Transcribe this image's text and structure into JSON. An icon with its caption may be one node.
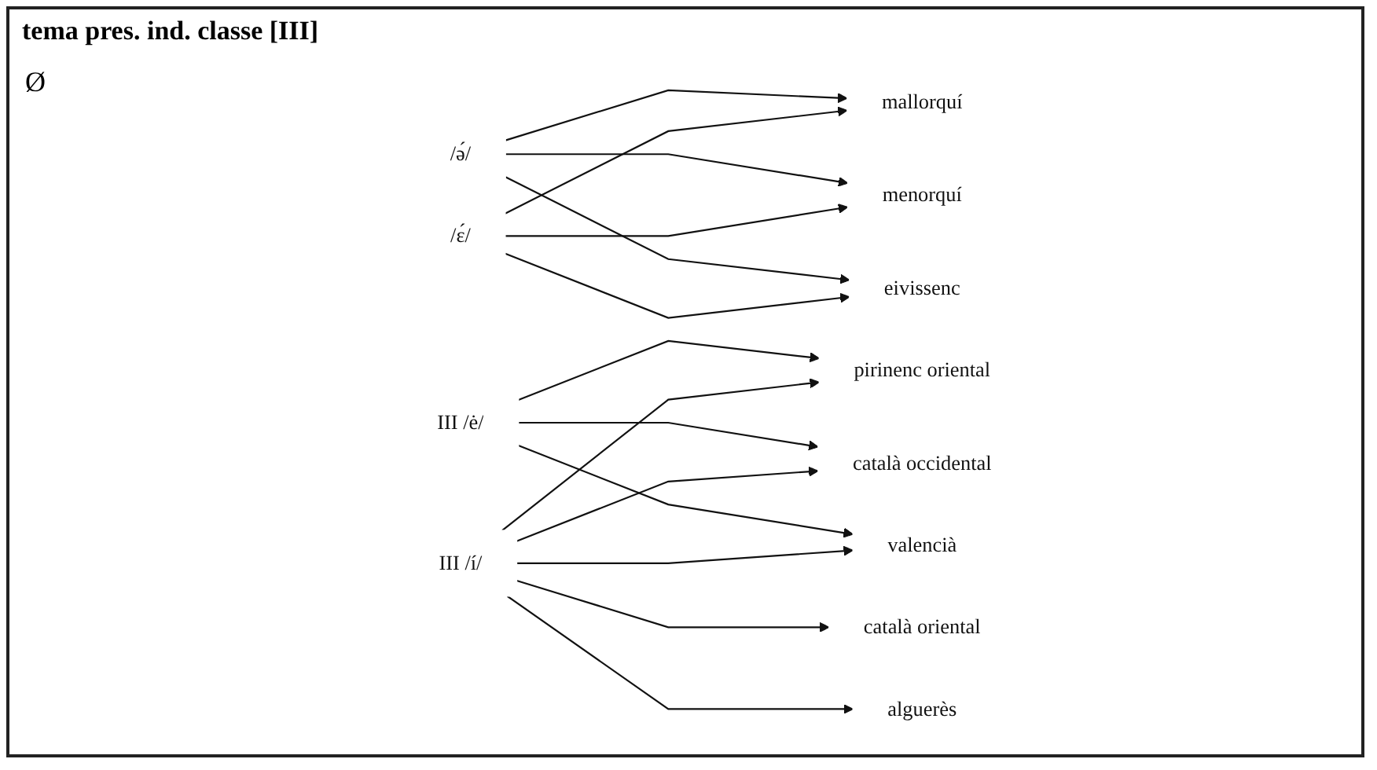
{
  "diagram": {
    "title": "tema pres. ind. classe [III]",
    "nodes": [
      {
        "text": [
          "/ə́/"
        ]
      },
      {
        "text": [
          "/ɛ́/"
        ]
      },
      {
        "text": [
          "III /ė/"
        ]
      },
      {
        "text": [
          "III /í/"
        ]
      },
      {
        "text": [
          "pirinenc oriental"
        ]
      },
      {
        "text": [
          "català oriental"
        ]
      },
      {
        "text": [
          "català occidental"
        ]
      },
      {
        "text": [
          "valencià"
        ]
      },
      {
        "text": [
          "mallorquí"
        ]
      },
      {
        "text": [
          "menorquí"
        ]
      },
      {
        "text": [
          "eivissenc"
        ]
      },
      {
        "text": [
          "alguerès"
        ]
      }
    ],
    "edges": [
      {
        "from": 0,
        "to": 8,
        "arrow": "to"
      },
      {
        "from": 0,
        "to": 9,
        "arrow": "to"
      },
      {
        "from": 0,
        "to": 10,
        "arrow": "to"
      },
      {
        "from": 1,
        "to": 8,
        "arrow": "to"
      },
      {
        "from": 1,
        "to": 9,
        "arrow": "to"
      },
      {
        "from": 1,
        "to": 10,
        "arrow": "to"
      },
      {
        "from": 2,
        "to": 4,
        "arrow": "to"
      },
      {
        "from": 2,
        "to": 6,
        "arrow": "to"
      },
      {
        "from": 2,
        "to": 7,
        "arrow": "to"
      },
      {
        "from": 3,
        "to": 4,
        "arrow": "to"
      },
      {
        "from": 3,
        "to": 5,
        "arrow": "to"
      },
      {
        "from": 3,
        "to": 6,
        "arrow": "to"
      },
      {
        "from": 3,
        "to": 7,
        "arrow": "to"
      },
      {
        "from": 3,
        "to": 11,
        "arrow": "to"
      }
    ],
    "labels": [
      "Ø"
    ]
  }
}
